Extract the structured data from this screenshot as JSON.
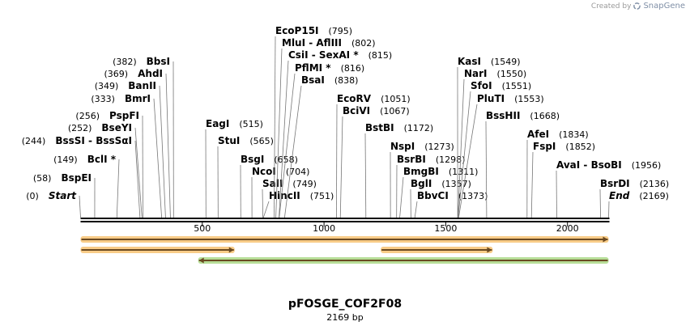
{
  "credit": {
    "prefix": "Created by",
    "brand": "SnapGene"
  },
  "plasmid": {
    "name": "pFOSGE_COF2F08",
    "length_label": "2169 bp",
    "length_bp": 2169
  },
  "axis": {
    "ticks": [
      "500",
      "1000",
      "1500",
      "2000"
    ],
    "tick_values": [
      500,
      1000,
      1500,
      2000
    ]
  },
  "colors": {
    "orange_feature": "#f2a226",
    "green_feature": "#7cc243",
    "arrow_line": "#6b4a22"
  },
  "sites": [
    {
      "name": "Start",
      "pos": "(0)",
      "bp": 0,
      "italic": true,
      "side": "left"
    },
    {
      "name": "BspEI",
      "pos": "(58)",
      "bp": 58,
      "side": "left"
    },
    {
      "name": "BclI *",
      "pos": "(149)",
      "bp": 149,
      "side": "left"
    },
    {
      "name": "BssSI  -  BssSαI",
      "pos": "(244)",
      "bp": 244,
      "side": "left"
    },
    {
      "name": "BseYI",
      "pos": "(252)",
      "bp": 252,
      "side": "left"
    },
    {
      "name": "PspFI",
      "pos": "(256)",
      "bp": 256,
      "side": "left"
    },
    {
      "name": "BmrI",
      "pos": "(333)",
      "bp": 333,
      "side": "left"
    },
    {
      "name": "BanII",
      "pos": "(349)",
      "bp": 349,
      "side": "left"
    },
    {
      "name": "AhdI",
      "pos": "(369)",
      "bp": 369,
      "side": "left"
    },
    {
      "name": "BbsI",
      "pos": "(382)",
      "bp": 382,
      "side": "left"
    },
    {
      "name": "EagI",
      "pos": "(515)",
      "bp": 515,
      "side": "right"
    },
    {
      "name": "StuI",
      "pos": "(565)",
      "bp": 565,
      "side": "right"
    },
    {
      "name": "BsgI",
      "pos": "(658)",
      "bp": 658,
      "side": "right"
    },
    {
      "name": "NcoI",
      "pos": "(704)",
      "bp": 704,
      "side": "right"
    },
    {
      "name": "SalI",
      "pos": "(749)",
      "bp": 749,
      "side": "right"
    },
    {
      "name": "HincII",
      "pos": "(751)",
      "bp": 751,
      "side": "right"
    },
    {
      "name": "EcoP15I",
      "pos": "(795)",
      "bp": 795,
      "side": "right"
    },
    {
      "name": "MluI  -  AflIII",
      "pos": "(802)",
      "bp": 802,
      "side": "right"
    },
    {
      "name": "CsiI  -  SexAI *",
      "pos": "(815)",
      "bp": 815,
      "side": "right"
    },
    {
      "name": "PflMI *",
      "pos": "(816)",
      "bp": 816,
      "side": "right"
    },
    {
      "name": "BsaI",
      "pos": "(838)",
      "bp": 838,
      "side": "right"
    },
    {
      "name": "EcoRV",
      "pos": "(1051)",
      "bp": 1051,
      "side": "right"
    },
    {
      "name": "BciVI",
      "pos": "(1067)",
      "bp": 1067,
      "side": "right"
    },
    {
      "name": "BstBI",
      "pos": "(1172)",
      "bp": 1172,
      "side": "right"
    },
    {
      "name": "NspI",
      "pos": "(1273)",
      "bp": 1273,
      "side": "right"
    },
    {
      "name": "BsrBI",
      "pos": "(1298)",
      "bp": 1298,
      "side": "right"
    },
    {
      "name": "BmgBI",
      "pos": "(1311)",
      "bp": 1311,
      "side": "right"
    },
    {
      "name": "BglI",
      "pos": "(1357)",
      "bp": 1357,
      "side": "right"
    },
    {
      "name": "BbvCI",
      "pos": "(1373)",
      "bp": 1373,
      "side": "right"
    },
    {
      "name": "KasI",
      "pos": "(1549)",
      "bp": 1549,
      "side": "right"
    },
    {
      "name": "NarI",
      "pos": "(1550)",
      "bp": 1550,
      "side": "right"
    },
    {
      "name": "SfoI",
      "pos": "(1551)",
      "bp": 1551,
      "side": "right"
    },
    {
      "name": "PluTI",
      "pos": "(1553)",
      "bp": 1553,
      "side": "right"
    },
    {
      "name": "BssHII",
      "pos": "(1668)",
      "bp": 1668,
      "side": "right"
    },
    {
      "name": "AfeI",
      "pos": "(1834)",
      "bp": 1834,
      "side": "right"
    },
    {
      "name": "FspI",
      "pos": "(1852)",
      "bp": 1852,
      "side": "right"
    },
    {
      "name": "AvaI  -  BsoBI",
      "pos": "(1956)",
      "bp": 1956,
      "side": "right"
    },
    {
      "name": "BsrDI",
      "pos": "(2136)",
      "bp": 2136,
      "side": "right"
    },
    {
      "name": "End",
      "pos": "(2169)",
      "bp": 2169,
      "italic": true,
      "side": "right"
    }
  ],
  "features": [
    {
      "start": 0,
      "end": 2169,
      "direction": "forward",
      "color": "#f2a226"
    },
    {
      "start": 0,
      "end": 633,
      "direction": "forward",
      "color": "#f2a226"
    },
    {
      "start": 1233,
      "end": 1693,
      "direction": "forward",
      "color": "#f2a226"
    },
    {
      "start": 483,
      "end": 2169,
      "direction": "reverse",
      "color": "#7cc243"
    }
  ]
}
